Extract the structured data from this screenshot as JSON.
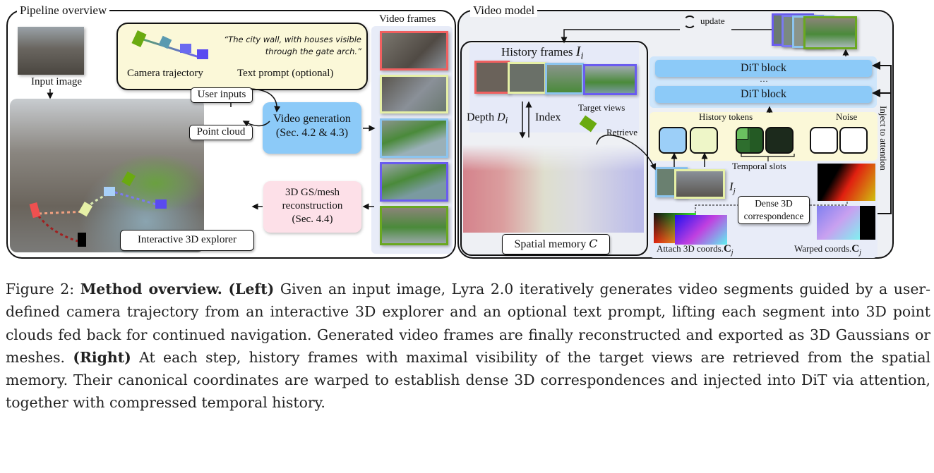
{
  "left_panel": {
    "title": "Pipeline overview",
    "input_image_label": "Input image",
    "camera_trajectory_label": "Camera trajectory",
    "text_prompt_quote": "“The city wall, with houses visible through the gate arch.”",
    "text_prompt_label": "Text prompt (optional)",
    "user_inputs_label": "User inputs",
    "point_cloud_label": "Point cloud",
    "video_generation_label": "Video generation",
    "video_generation_sec": "(Sec. 4.2 & 4.3)",
    "reconstruction_label": "3D GS/mesh reconstruction",
    "reconstruction_sec": "(Sec. 4.4)",
    "explorer_label": "Interactive 3D explorer",
    "video_frames_label": "Video frames",
    "frame_colors": [
      "#f06060",
      "#e6f0a6",
      "#8cc4ee",
      "#6a5cf0",
      "#6aa820"
    ]
  },
  "right_panel": {
    "title": "Video model",
    "update_label": "update",
    "history_frames_label": "History frames",
    "history_frames_symbol": "I",
    "history_frames_sub": "i",
    "depth_label": "Depth",
    "depth_symbol": "D",
    "depth_sub": "i",
    "index_label": "Index",
    "target_views_label": "Target views",
    "retrieve_label": "Retrieve",
    "spatial_memory_label": "Spatial memory",
    "spatial_memory_symbol": "C",
    "dit_block_label": "DiT block",
    "dit_ellipsis": "…",
    "history_tokens_label": "History tokens",
    "noise_label": "Noise",
    "temporal_slots_label": "Temporal slots",
    "ij_symbol": "I",
    "ij_sub": "j",
    "dense_label": "Dense 3D correspondence",
    "attach_label": "Attach 3D coords.",
    "warped_label": "Warped coords.",
    "coords_symbol": "C",
    "coords_sub": "j",
    "inject_label": "Inject to attention",
    "token_colors": [
      "#9ccff8",
      "#eef6c8",
      "#2e6e2e",
      "#1c2a1c",
      "#ffffff",
      "#ffffff"
    ]
  },
  "caption": {
    "prefix": "Figure 2:",
    "bold_title": "Method overview.",
    "left_tag": "(Left)",
    "left_text": "Given an input image, Lyra 2.0 iteratively generates video segments guided by a user-defined camera trajectory from an interactive 3D explorer and an optional text prompt, lifting each segment into 3D point clouds fed back for continued navigation. Generated video frames are finally reconstructed and exported as 3D Gaussians or meshes.",
    "right_tag": "(Right)",
    "right_text": "At each step, history frames with maximal visibility of the target views are retrieved from the spatial memory. Their canonical coordinates are warped to establish dense 3D correspondences and injected into DiT via attention, together with compressed temporal history."
  }
}
